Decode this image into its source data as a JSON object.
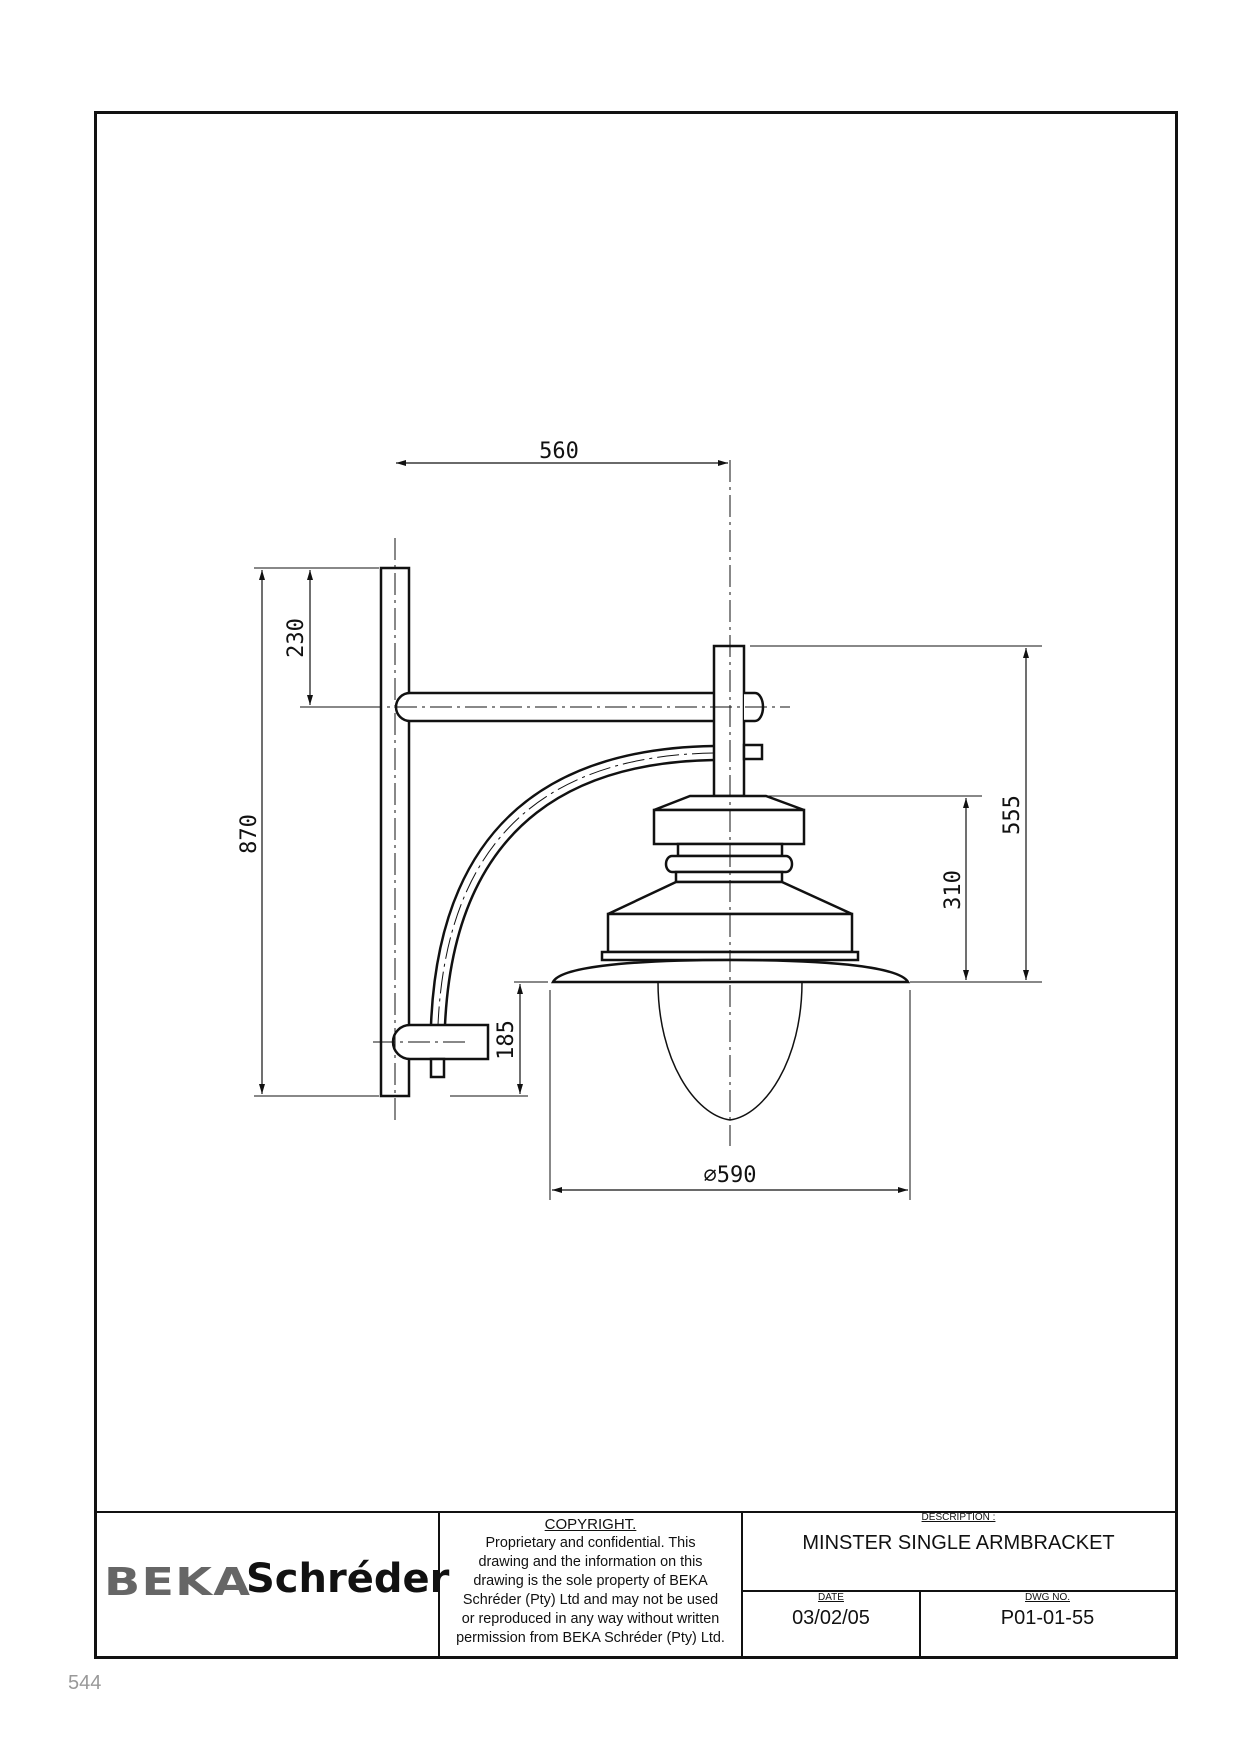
{
  "drawing": {
    "dimensions": {
      "width_560": "560",
      "top_230": "230",
      "height_870": "870",
      "height_555": "555",
      "height_310": "310",
      "height_185": "185",
      "diameter_590": "⌀590"
    }
  },
  "title_block": {
    "logo": {
      "beka": "BEKA",
      "schreder": "Schréder"
    },
    "copyright": {
      "heading": "COPYRIGHT.",
      "lines": [
        "Proprietary and confidential. This",
        "drawing and the information on this",
        "drawing is the sole property of BEKA",
        "Schréder (Pty) Ltd and may not be used",
        "or reproduced in any way without written",
        "permission from BEKA Schréder (Pty) Ltd."
      ]
    },
    "description_label": "DESCRIPTION :",
    "description": "MINSTER SINGLE ARMBRACKET",
    "date_label": "DATE",
    "date": "03/02/05",
    "dwg_label": "DWG NO.",
    "dwg_no": "P01-01-55"
  },
  "page_number": "544"
}
